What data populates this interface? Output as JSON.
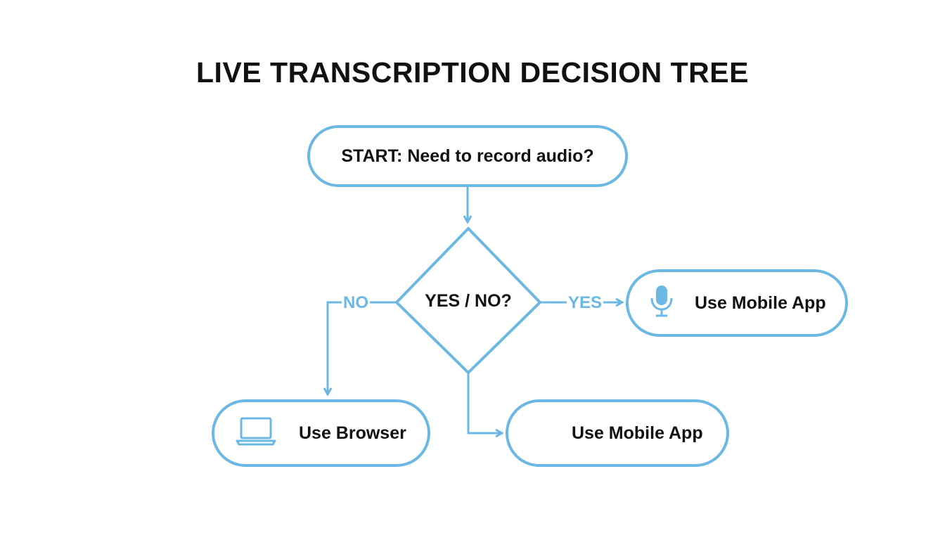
{
  "diagram": {
    "title": "LIVE TRANSCRIPTION DECISION TREE",
    "colors": {
      "accent": "#6cb8e4",
      "text": "#111111",
      "background": "#ffffff"
    },
    "nodes": {
      "start": {
        "label": "START: Need to record audio?"
      },
      "decision": {
        "label": "YES / NO?"
      },
      "yes_outcome": {
        "label": "Use Mobile App",
        "icon": "microphone-icon"
      },
      "no_outcome": {
        "label": "Use Browser",
        "icon": "laptop-icon"
      },
      "bottom_outcome": {
        "label": "Use Mobile App"
      }
    },
    "edges": {
      "no_label": "NO",
      "yes_label": "YES"
    }
  }
}
